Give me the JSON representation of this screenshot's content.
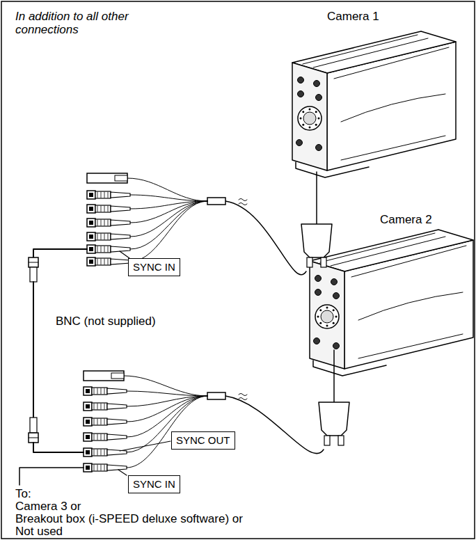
{
  "diagram": {
    "nodes": [
      {
        "text": [
          "SYNC IN"
        ]
      },
      {
        "text": [
          "SYNC OUT"
        ]
      },
      {
        "text": [
          "SYNC IN"
        ]
      }
    ],
    "labels": [
      "In addition to all other connections",
      "Camera 1",
      "BNC (not supplied)",
      "Camera 2",
      "To:",
      "Camera 3 or",
      "Breakout box (i-SPEED deluxe software) or",
      "Not used"
    ]
  }
}
